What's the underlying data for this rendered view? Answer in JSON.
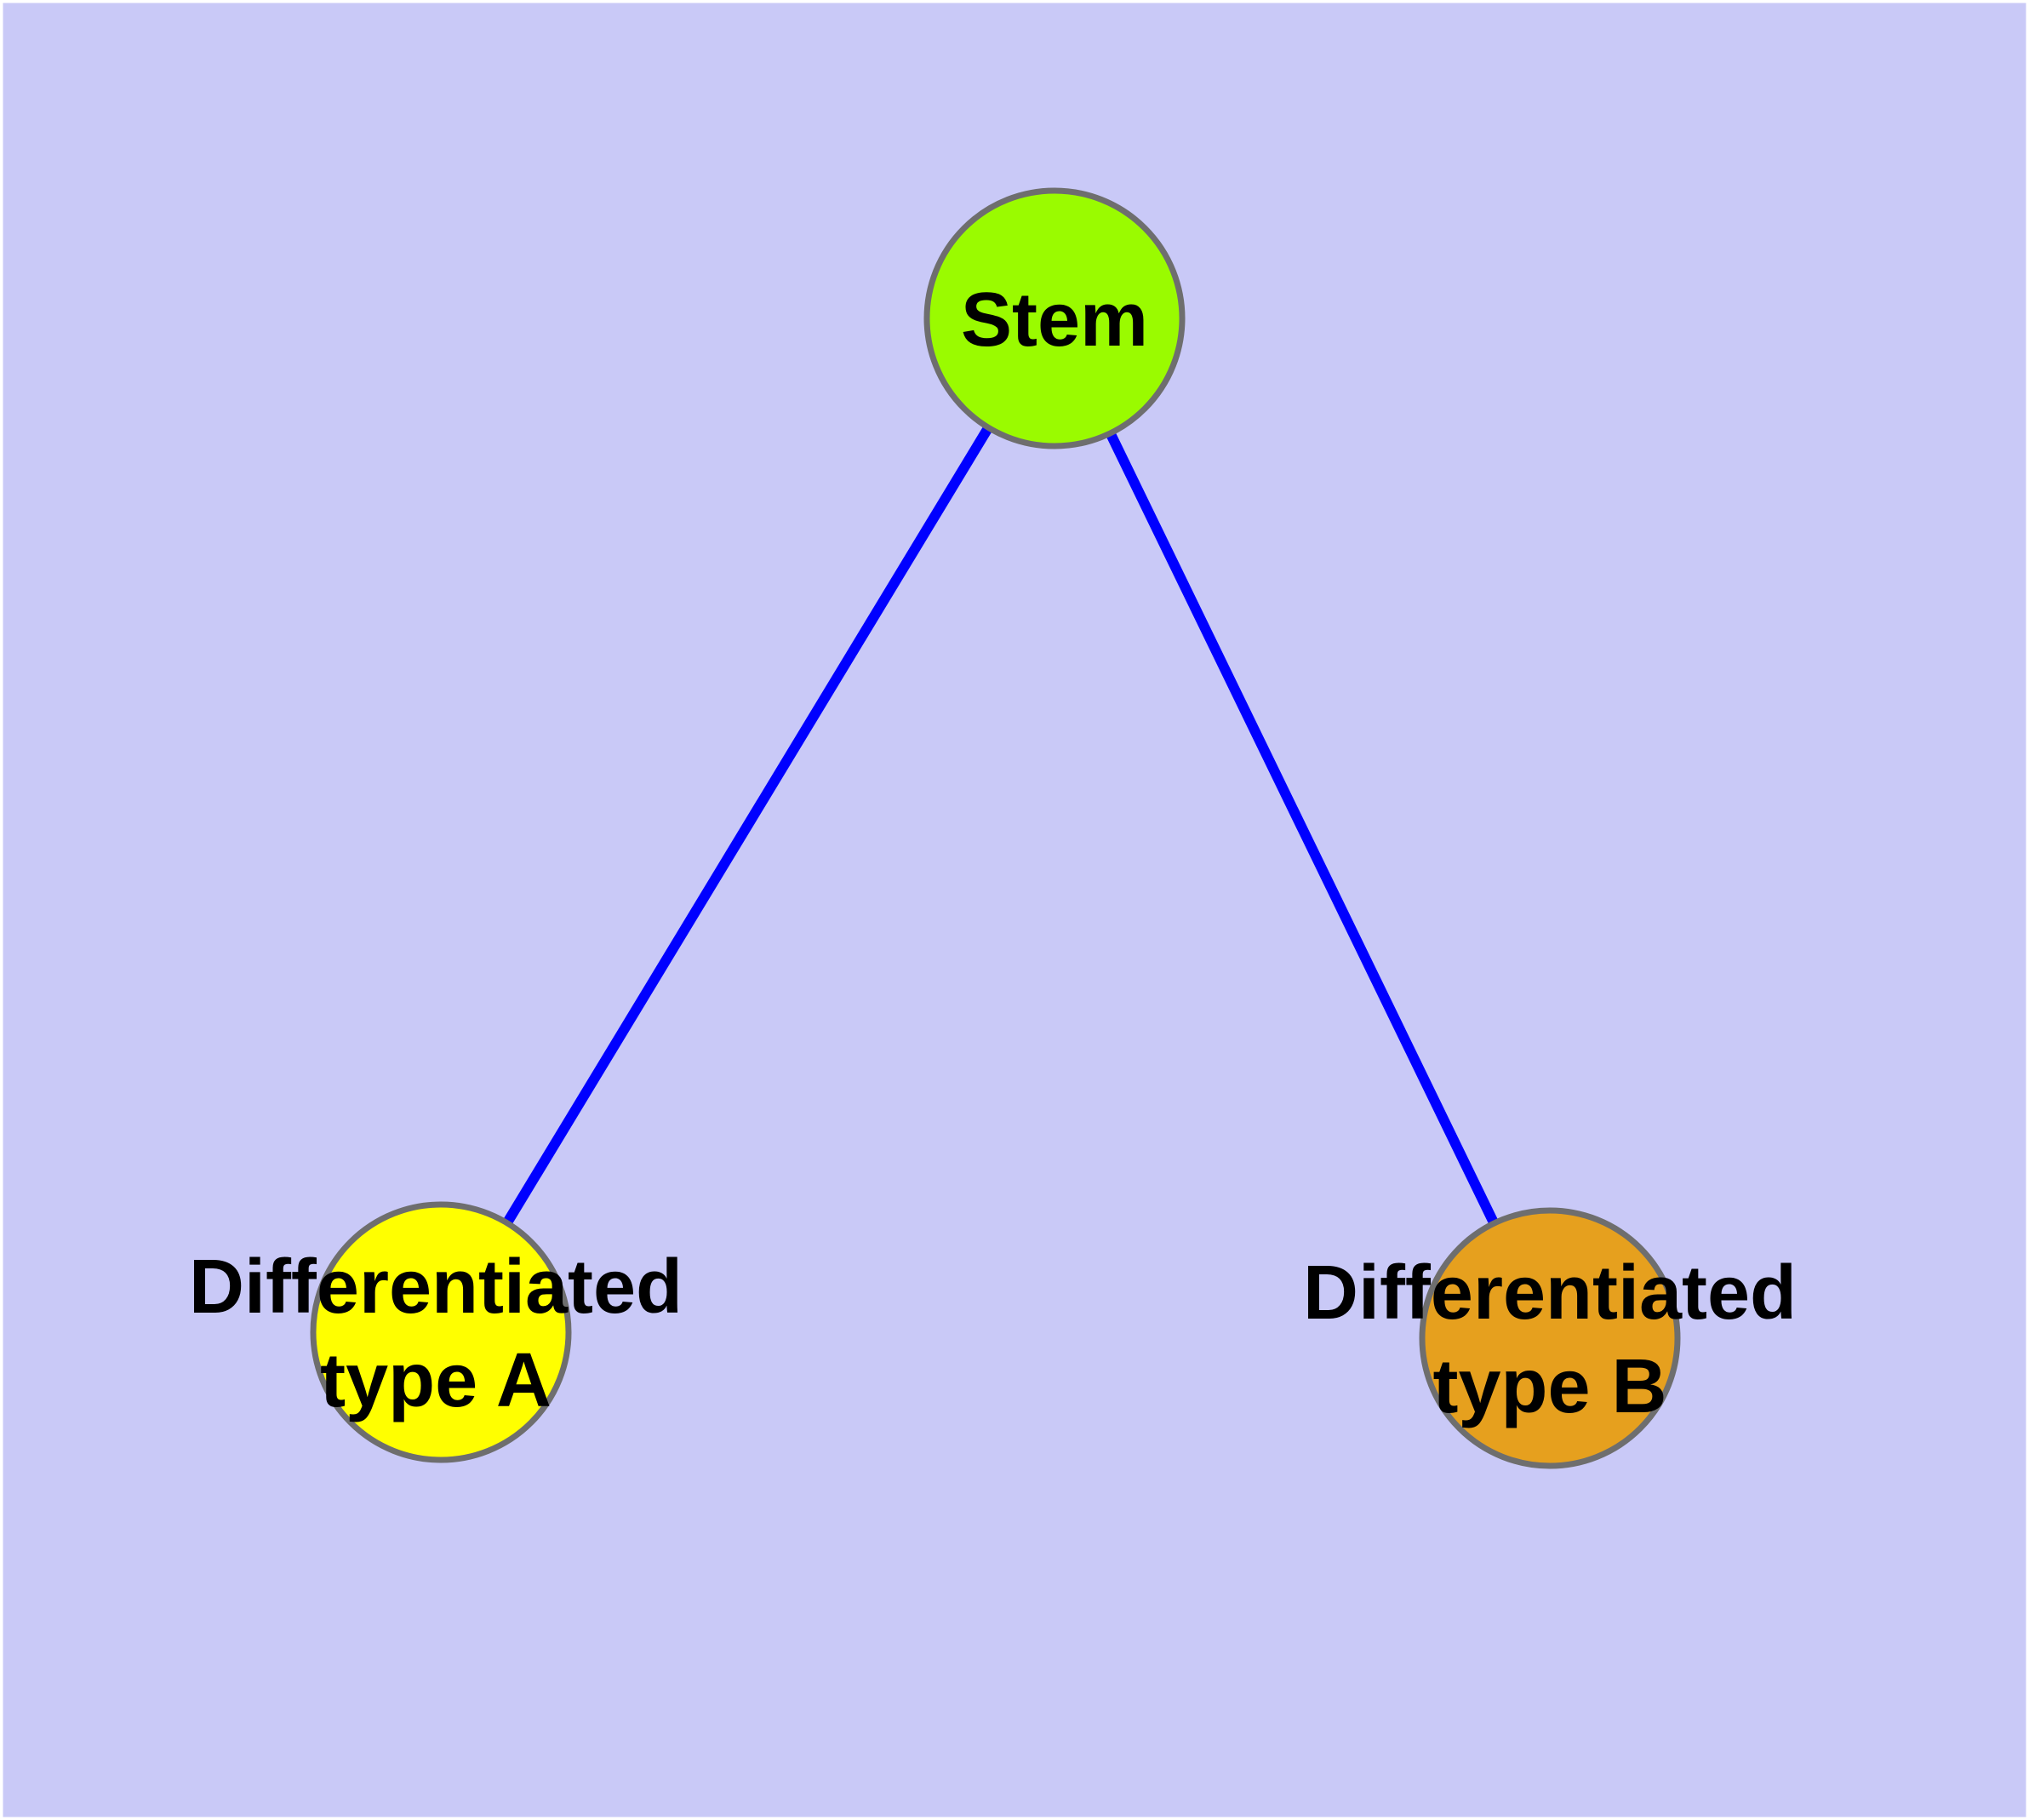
{
  "diagram": {
    "type": "node-link-graph",
    "background_color": "#c9c9f7",
    "frame_color": "#ffffff",
    "text_color": "#000000",
    "edge_style": {
      "color": "#0000ff"
    },
    "nodes": [
      {
        "id": "stem",
        "label": "Stem",
        "fill": "#9afb00",
        "border_color": "#6e6e6e"
      },
      {
        "id": "differentiated-type-a",
        "label_line1": "Differentiated",
        "label_line2": "type A",
        "fill": "#ffff00",
        "border_color": "#6e6e6e"
      },
      {
        "id": "differentiated-type-b",
        "label_line1": "Differentiated",
        "label_line2": "type B",
        "fill": "#e6a01e",
        "border_color": "#6e6e6e"
      }
    ],
    "edges": [
      {
        "from": "stem",
        "to": "differentiated-type-a"
      },
      {
        "from": "stem",
        "to": "differentiated-type-b"
      }
    ]
  }
}
